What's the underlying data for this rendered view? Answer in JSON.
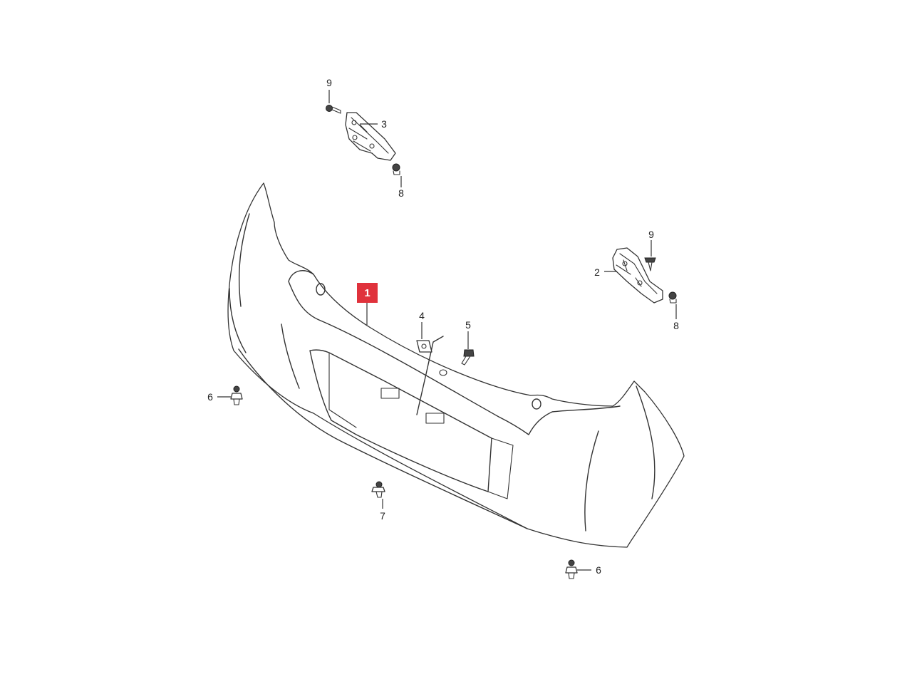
{
  "diagram": {
    "highlight_color": "#e0323c",
    "line_color": "#333333",
    "callouts": {
      "bumper": "1",
      "right_bracket": "2",
      "left_bracket": "3",
      "nut": "4",
      "bolt": "5",
      "clip_left": "6",
      "clip_right": "6",
      "clip_center": "7",
      "bracket_nut_top": "8",
      "bracket_nut_right": "8",
      "screw_top": "9",
      "screw_right": "9"
    }
  }
}
